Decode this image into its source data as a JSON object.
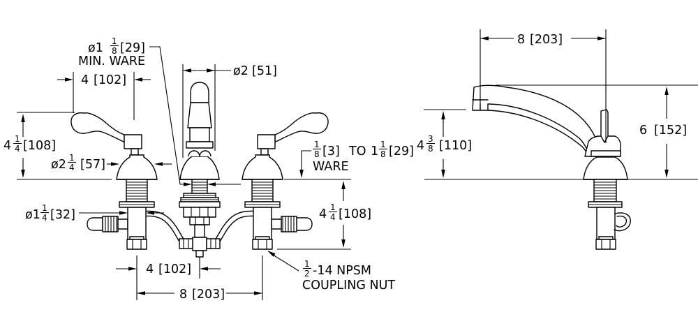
{
  "drawing": {
    "background": "#ffffff",
    "line_color": "#000000",
    "front_view": {
      "handle_length": {
        "value": "4",
        "metric": "[102]"
      },
      "min_ware": {
        "prefix": "ø1",
        "frac_num": "1",
        "frac_den": "8",
        "metric": "[29]",
        "note": "MIN. WARE"
      },
      "escutcheon_diameter": {
        "prefix": "ø2",
        "metric": "[51]"
      },
      "height_above_deck": {
        "whole": "4",
        "frac_num": "1",
        "frac_den": "4",
        "metric": "[108]"
      },
      "handle_base_diameter": {
        "prefix": "ø2",
        "frac_num": "1",
        "frac_den": "4",
        "metric": "[57]"
      },
      "shank_diameter": {
        "prefix": "ø1",
        "frac_num": "1",
        "frac_den": "4",
        "metric": "[32]"
      },
      "ware_thickness": {
        "frac1_num": "1",
        "frac1_den": "8",
        "metric1": "[3]",
        "joiner": "TO",
        "whole2": "1",
        "frac2_num": "1",
        "frac2_den": "8",
        "metric2": "[29]",
        "note": "WARE"
      },
      "height_below_deck": {
        "whole": "4",
        "frac_num": "1",
        "frac_den": "4",
        "metric": "[108]"
      },
      "faucet_center_spacing": {
        "value": "4",
        "metric": "[102]"
      },
      "overall_center_spacing": {
        "value": "8",
        "metric": "[203]"
      },
      "coupling_nut": {
        "frac_num": "1",
        "frac_den": "2",
        "thread": "-14  NPSM",
        "note": "COUPLING  NUT"
      }
    },
    "side_view": {
      "spout_reach": {
        "value": "8",
        "metric": "[203]"
      },
      "outlet_clearance": {
        "whole": "4",
        "frac_num": "3",
        "frac_den": "8",
        "metric": "[110]"
      },
      "spout_height": {
        "value": "6",
        "metric": "[152]"
      }
    }
  }
}
